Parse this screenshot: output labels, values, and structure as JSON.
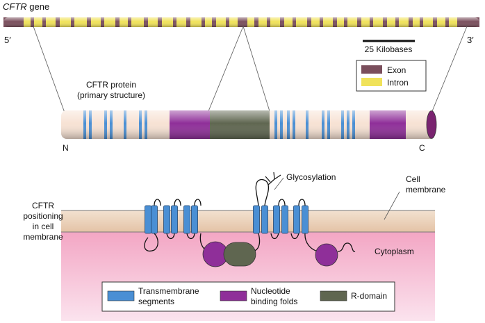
{
  "gene": {
    "title_italic": "CFTR",
    "title_rest": " gene",
    "end_5": "5′",
    "end_3": "3′",
    "scale_label": "25 Kilobases"
  },
  "legend_gene": {
    "exon_label": "Exon",
    "intron_label": "Intron"
  },
  "protein": {
    "title_line1": "CFTR protein",
    "title_line2": "(primary structure)",
    "n_terminus": "N",
    "c_terminus": "C"
  },
  "membrane": {
    "glycosylation_label": "Glycosylation",
    "cell_membrane_line1": "Cell",
    "cell_membrane_line2": "membrane",
    "positioning_line1": "CFTR",
    "positioning_line2": "positioning",
    "positioning_line3": "in cell",
    "positioning_line4": "membrane",
    "cytoplasm_label": "Cytoplasm"
  },
  "legend_domains": {
    "tm_line1": "Transmembrane",
    "tm_line2": "segments",
    "nbf_line1": "Nucleotide",
    "nbf_line2": "binding folds",
    "r_label": "R-domain"
  },
  "colors": {
    "exon": "#7a4e5c",
    "intron": "#f0e25a",
    "transmembrane": "#4a8fd4",
    "nbf": "#8f2f99",
    "r_domain": "#5f6650",
    "membrane": "#e8cdb4",
    "cytoplasm": "#f5b3cd"
  }
}
